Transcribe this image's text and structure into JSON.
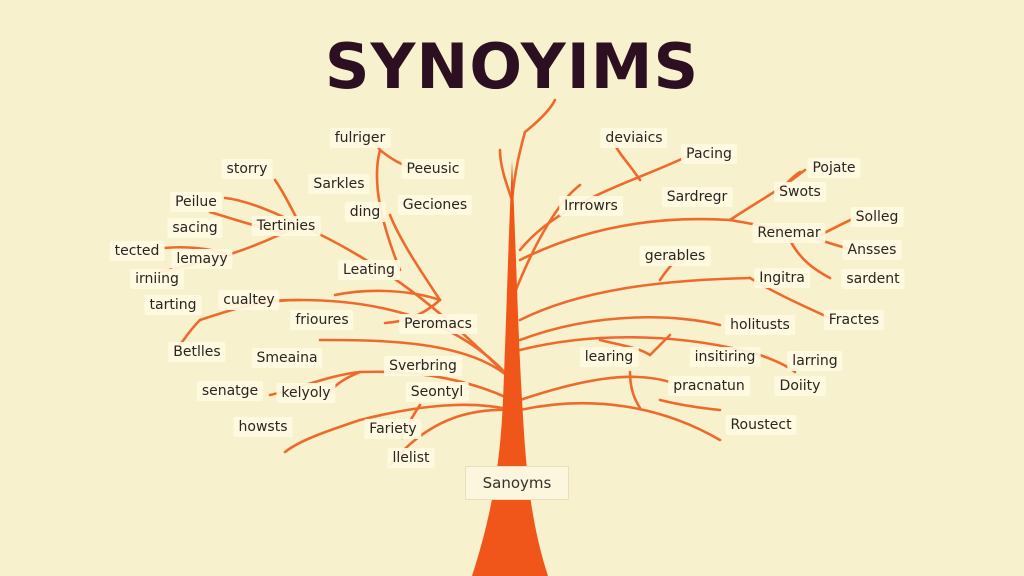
{
  "title": "SYNOYIMS",
  "root_label": "Sanoyms",
  "colors": {
    "background": "#f7f1cd",
    "branch": "#ee6a2c",
    "trunk": "#f0561a",
    "title": "#2d0f22"
  },
  "words": [
    "fulriger",
    "Peeusic",
    "deviaics",
    "Pacing",
    "storry",
    "Sarkles",
    "Pojate",
    "Peilue",
    "ding",
    "Geciones",
    "Irrrowrs",
    "Sardregr",
    "Swots",
    "sacing",
    "Tertinies",
    "Solleg",
    "tected",
    "Renemar",
    "lemayy",
    "Ansses",
    "Leating",
    "gerables",
    "Ingitra",
    "sardent",
    "irniing",
    "cualtey",
    "tarting",
    "frioures",
    "Peromacs",
    "Fractes",
    "holitusts",
    "Betlles",
    "Smeaina",
    "learing",
    "insitiring",
    "larring",
    "Sverbring",
    "senatge",
    "kelyoly",
    "Seontyl",
    "pracnatun",
    "Doiity",
    "howsts",
    "Fariety",
    "Roustect",
    "llelist"
  ]
}
